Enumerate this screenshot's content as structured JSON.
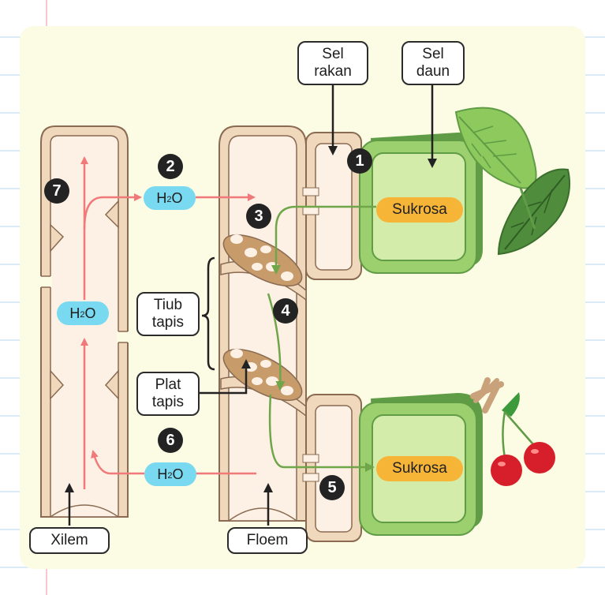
{
  "labels": {
    "sel_rakan_line1": "Sel",
    "sel_rakan_line2": "rakan",
    "sel_daun_line1": "Sel",
    "sel_daun_line2": "daun",
    "tiub_tapis_line1": "Tiub",
    "tiub_tapis_line2": "tapis",
    "plat_tapis_line1": "Plat",
    "plat_tapis_line2": "tapis",
    "xilem": "Xilem",
    "floem": "Floem"
  },
  "water": {
    "h2o_prefix": "H",
    "h2o_sub": "2",
    "h2o_suffix": "O"
  },
  "sucrose": {
    "top": "Sukrosa",
    "bottom": "Sukrosa"
  },
  "steps": [
    "1",
    "2",
    "3",
    "4",
    "5",
    "6",
    "7"
  ],
  "colors": {
    "panel": "#fcfbe4",
    "vessel_wall": "#f0d8bd",
    "vessel_inner": "#fdf0e4",
    "sieve_plate": "#c79c6a",
    "leaf_cell": "#d3ecaa",
    "arrow_water": "#f07a7a",
    "arrow_sucrose": "#6fa64a",
    "h2o_pill": "#79d9f0",
    "sucrose_pill": "#f7b538"
  }
}
